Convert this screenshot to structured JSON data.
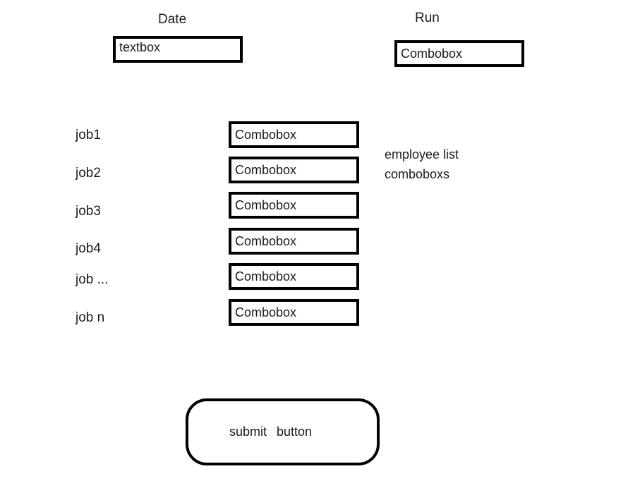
{
  "colors": {
    "background": "#ffffff",
    "border": "#000000",
    "text": "#1a1a1a"
  },
  "date_field": {
    "label": "Date",
    "value": "textbox"
  },
  "run_field": {
    "label": "Run",
    "value": "Combobox"
  },
  "jobs": {
    "annotation_line1": "employee list",
    "annotation_line2": "comboboxs",
    "rows": [
      {
        "label": "job1",
        "value": "Combobox"
      },
      {
        "label": "job2",
        "value": "Combobox"
      },
      {
        "label": "job3",
        "value": "Combobox"
      },
      {
        "label": "job4",
        "value": "Combobox"
      },
      {
        "label": "job ...",
        "value": "Combobox"
      },
      {
        "label": "job n",
        "value": "Combobox"
      }
    ]
  },
  "submit": {
    "label1": "submit",
    "label2": "button"
  }
}
